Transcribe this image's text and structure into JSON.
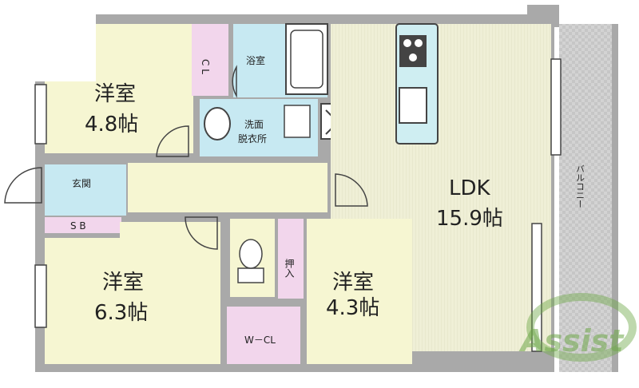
{
  "colors": {
    "wall": "#a9a9a9",
    "room_yellow": "#f6f6d2",
    "ldk_floor": "#efefd6",
    "bath_blue": "#c7e9f2",
    "storage_pink": "#f2d6ec",
    "balcony_gray": "#d3d3d3",
    "fixture_teal": "#cfeef2",
    "logo_green": "#6fa84a"
  },
  "rooms": {
    "western_1": {
      "name": "洋室",
      "size": "4.8帖"
    },
    "western_2": {
      "name": "洋室",
      "size": "6.3帖"
    },
    "western_3": {
      "name": "洋室",
      "size": "4.3帖"
    },
    "ldk": {
      "name": "LDK",
      "size": "15.9帖"
    },
    "closet": "C L",
    "bathroom": "浴室",
    "washroom_line1": "洗面",
    "washroom_line2": "脱衣所",
    "entrance": "玄関",
    "shoe_box": "S B",
    "storage": "押入",
    "walk_in_closet": "W－CL",
    "balcony": "バルコニー"
  },
  "logo": {
    "text": "Assist"
  }
}
